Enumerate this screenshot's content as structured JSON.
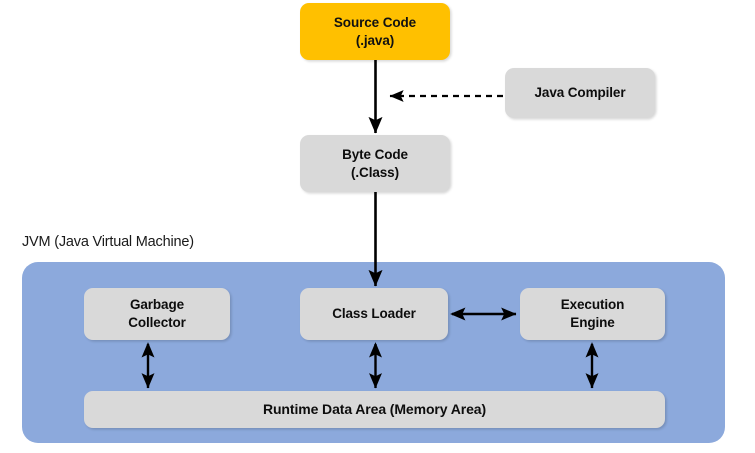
{
  "diagram": {
    "title_label": "JVM (Java Virtual Machine)",
    "nodes": {
      "source_code": "Source Code\n(.java)",
      "java_compiler": "Java Compiler",
      "byte_code": "Byte Code\n(.Class)",
      "garbage_collector": "Garbage\nCollector",
      "class_loader": "Class Loader",
      "execution_engine": "Execution\nEngine",
      "runtime_data_area": "Runtime Data Area (Memory Area)"
    },
    "colors": {
      "source_code_fill": "#ffc000",
      "node_fill": "#d9d9d9",
      "jvm_panel_fill": "#8ca9dc",
      "arrow_stroke": "#000000",
      "text": "#0d0d0d",
      "background": "#ffffff"
    },
    "edges": [
      {
        "name": "source-code-to-byte-code",
        "from": "source_code",
        "to": "byte_code",
        "style": "solid",
        "heads": "single"
      },
      {
        "name": "java-compiler-to-compile-step",
        "from": "java_compiler",
        "to": "source-code-to-byte-code",
        "style": "dashed",
        "heads": "single"
      },
      {
        "name": "byte-code-to-class-loader",
        "from": "byte_code",
        "to": "class_loader",
        "style": "solid",
        "heads": "single"
      },
      {
        "name": "class-loader-to-execution-engine",
        "from": "class_loader",
        "to": "execution_engine",
        "style": "solid",
        "heads": "double"
      },
      {
        "name": "garbage-collector-to-runtime-data-area",
        "from": "garbage_collector",
        "to": "runtime_data_area",
        "style": "solid",
        "heads": "double"
      },
      {
        "name": "class-loader-to-runtime-data-area",
        "from": "class_loader",
        "to": "runtime_data_area",
        "style": "solid",
        "heads": "double"
      },
      {
        "name": "execution-engine-to-runtime-data-area",
        "from": "execution_engine",
        "to": "runtime_data_area",
        "style": "solid",
        "heads": "double"
      }
    ]
  }
}
